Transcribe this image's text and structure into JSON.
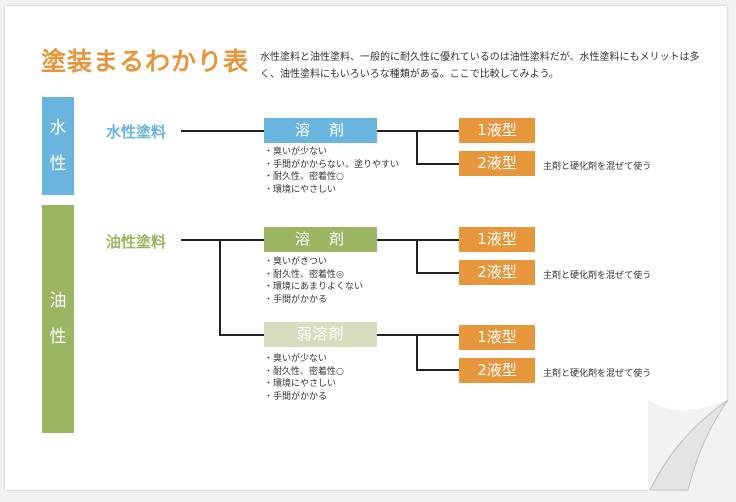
{
  "title": "塗装まるわかり表",
  "intro": "水性塗料と油性塗料、一般的に耐久性に優れているのは油性塗料だが、水性塗料にもメリットは多く、油性塗料にもいろいろな種類がある。ここで比較してみよう。",
  "colors": {
    "orange": "#e8963c",
    "water": "#6ab4e0",
    "oil": "#9cb563",
    "weak": "#d7dcbf"
  },
  "sidebar": {
    "water": [
      "水",
      "性"
    ],
    "oil": [
      "油",
      "性"
    ]
  },
  "categories": {
    "water": "水性塗料",
    "oil": "油性塗料"
  },
  "solvents": [
    {
      "label": "溶　剤",
      "props": [
        "・臭いが少ない",
        "・手間がかからない、塗りやすい",
        "・耐久性、密着性○",
        "・環境にやさしい"
      ],
      "types": [
        "1液型",
        "2液型"
      ],
      "note": "主剤と硬化剤を混ぜて使う"
    },
    {
      "label": "溶　剤",
      "props": [
        "・臭いがきつい",
        "・耐久性、密着性◎",
        "・環境にあまりよくない",
        "・手間がかかる"
      ],
      "types": [
        "1液型",
        "2液型"
      ],
      "note": "主剤と硬化剤を混ぜて使う"
    },
    {
      "label": "弱溶剤",
      "props": [
        "・臭いが少ない",
        "・耐久性、密着性○",
        "・環境にやさしい",
        "・手間がかかる"
      ],
      "types": [
        "1液型",
        "2液型"
      ],
      "note": "主剤と硬化剤を混ぜて使う"
    }
  ]
}
